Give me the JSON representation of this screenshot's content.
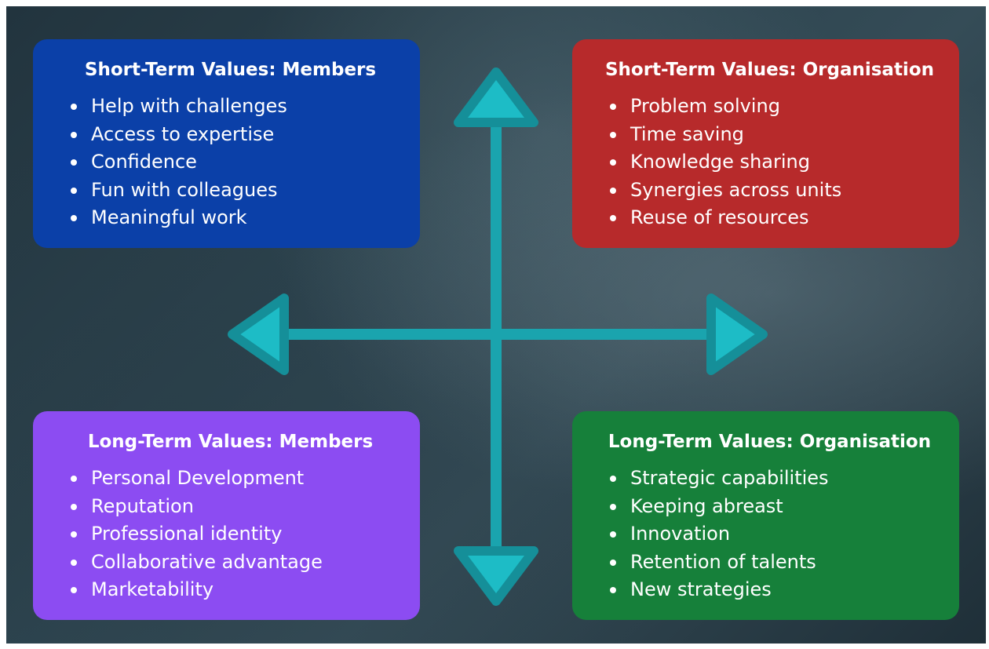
{
  "colors": {
    "members_short": "#0b40a8",
    "org_short": "#b72a2b",
    "members_long": "#8c4cf2",
    "org_long": "#16803a",
    "arrow_fill": "#1dbcc6",
    "arrow_stroke": "#158f99"
  },
  "quadrants": [
    {
      "key": "members_short",
      "title": "Short-Term Values: Members",
      "items": [
        "Help with challenges",
        "Access to expertise",
        "Confidence",
        "Fun with colleagues",
        "Meaningful work"
      ]
    },
    {
      "key": "org_short",
      "title": "Short-Term Values: Organisation",
      "items": [
        "Problem solving",
        "Time saving",
        "Knowledge sharing",
        "Synergies across units",
        "Reuse of resources"
      ]
    },
    {
      "key": "members_long",
      "title": "Long-Term Values: Members",
      "items": [
        "Personal Development",
        "Reputation",
        "Professional identity",
        "Collaborative advantage",
        "Marketability"
      ]
    },
    {
      "key": "org_long",
      "title": "Long-Term Values: Organisation",
      "items": [
        "Strategic capabilities",
        "Keeping abreast",
        "Innovation",
        "Retention of talents",
        "New strategies"
      ]
    }
  ]
}
